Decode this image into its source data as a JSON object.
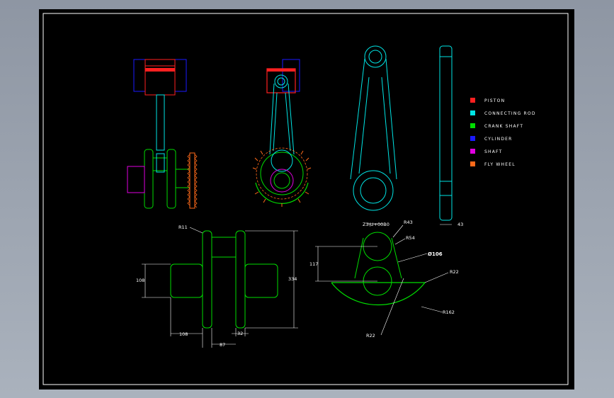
{
  "colors": {
    "piston": "#ff2020",
    "connecting_rod": "#00e5e5",
    "crank_shaft": "#00dd00",
    "cylinder": "#1a1aff",
    "shaft": "#e000e0",
    "fly_wheel": "#ff6a1a",
    "dimension": "#ffffff",
    "frame": "#ffffff",
    "background": "#000000"
  },
  "legend": {
    "items": [
      {
        "label": "PISTON",
        "color": "#ff2020"
      },
      {
        "label": "CONNECTING ROD",
        "color": "#00e5e5"
      },
      {
        "label": "CRANK SHAFT",
        "color": "#00dd00"
      },
      {
        "label": "CYLINDER",
        "color": "#1a1aff"
      },
      {
        "label": "SHAFT",
        "color": "#e000e0"
      },
      {
        "label": "FLY WHEEL",
        "color": "#ff6a1a"
      }
    ]
  },
  "dimensions": {
    "rod_side_thickness": "43",
    "crank_r11": "R11",
    "crank_shaft_dia": "108",
    "crank_height": "334",
    "crank_left_len": "108",
    "crank_web_gap": "87",
    "crank_web_thick": "32",
    "end_dim_a": "Z3\\U+00B0",
    "end_r43": "R43",
    "end_r54": "R54",
    "end_dia_bold": "Ø106",
    "end_height": "117",
    "end_r22_top": "R22",
    "end_r162": "R162",
    "end_r22_bottom": "R22"
  }
}
